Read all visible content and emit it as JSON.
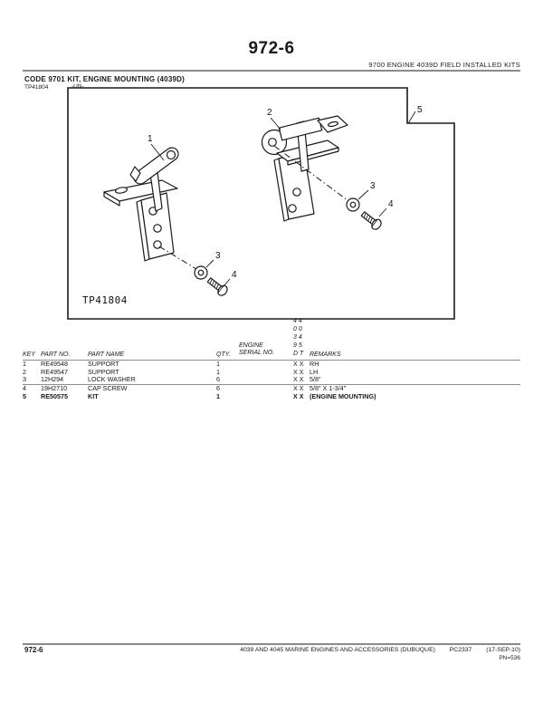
{
  "header": {
    "page_number": "972-6",
    "section_title": "9700 ENGINE 4039D FIELD INSTALLED KITS",
    "code_title": "CODE 9701 KIT, ENGINE MOUNTING (4039D)",
    "image_id": "TP41804",
    "image_id_suffix": "-UN-"
  },
  "diagram": {
    "label": "TP41804",
    "callouts": {
      "c1": "1",
      "c2": "2",
      "c3": "3",
      "c4": "4",
      "c5": "5"
    }
  },
  "table": {
    "headers": {
      "key": "KEY",
      "part_no": "PART NO.",
      "part_name": "PART NAME",
      "qty": "QTY.",
      "engine": "ENGINE",
      "serial_no": "SERIAL NO.",
      "remarks": "REMARKS"
    },
    "engine_codes": [
      "4 4",
      "0 0",
      "3 4",
      "9 5",
      "D T"
    ],
    "rows": [
      {
        "key": "1",
        "part_no": "RE49548",
        "part_name": "SUPPORT",
        "qty": "1",
        "serial": "X X",
        "remarks": "RH"
      },
      {
        "key": "2",
        "part_no": "RE49547",
        "part_name": "SUPPORT",
        "qty": "1",
        "serial": "X X",
        "remarks": "LH"
      },
      {
        "key": "3",
        "part_no": "12H294",
        "part_name": "LOCK WASHER",
        "qty": "6",
        "serial": "X X",
        "remarks": "5/8\""
      },
      {
        "key": "4",
        "part_no": "19H2710",
        "part_name": "CAP SCREW",
        "qty": "6",
        "serial": "X X",
        "remarks": "5/8\" X 1-3/4\""
      },
      {
        "key": "5",
        "part_no": "RE50575",
        "part_name": "KIT",
        "qty": "1",
        "serial": "X X",
        "remarks": "(ENGINE MOUNTING)"
      }
    ]
  },
  "footer": {
    "page_number": "972-6",
    "catalog_title": "4039 AND 4045 MARINE ENGINES AND ACCESSORIES (DUBUQUE)",
    "catalog_code": "PC2337",
    "date": "(17-SEP-10)",
    "pn": "PN=536"
  },
  "colors": {
    "ink": "#1a1a1a",
    "rule_gray": "#8a8a8a"
  }
}
